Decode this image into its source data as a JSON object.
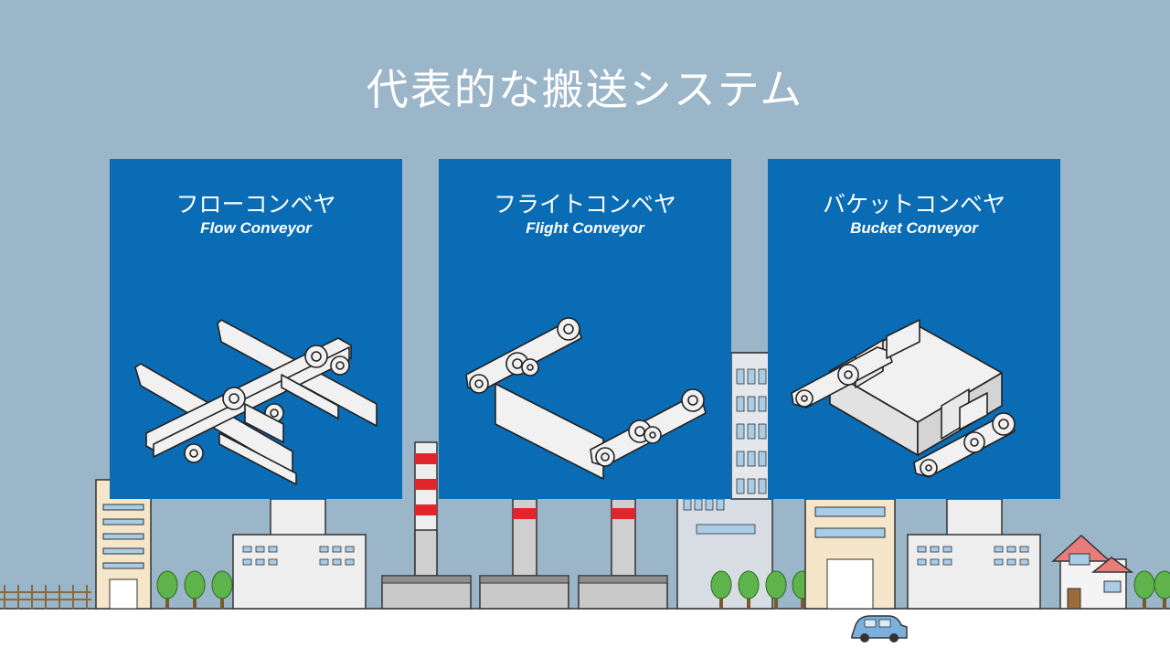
{
  "title": "代表的な搬送システム",
  "panels": [
    {
      "jp": "フローコンベヤ",
      "en": "Flow Conveyor",
      "icon": "flow-conveyor-chain"
    },
    {
      "jp": "フライトコンベヤ",
      "en": "Flight Conveyor",
      "icon": "flight-conveyor-chain"
    },
    {
      "jp": "バケットコンベヤ",
      "en": "Bucket Conveyor",
      "icon": "bucket-conveyor-chain"
    }
  ],
  "colors": {
    "sky": "#9bb5c9",
    "panel": "#0a6cb4",
    "stripe_red": "#e3242b",
    "ground": "#ffffff"
  }
}
